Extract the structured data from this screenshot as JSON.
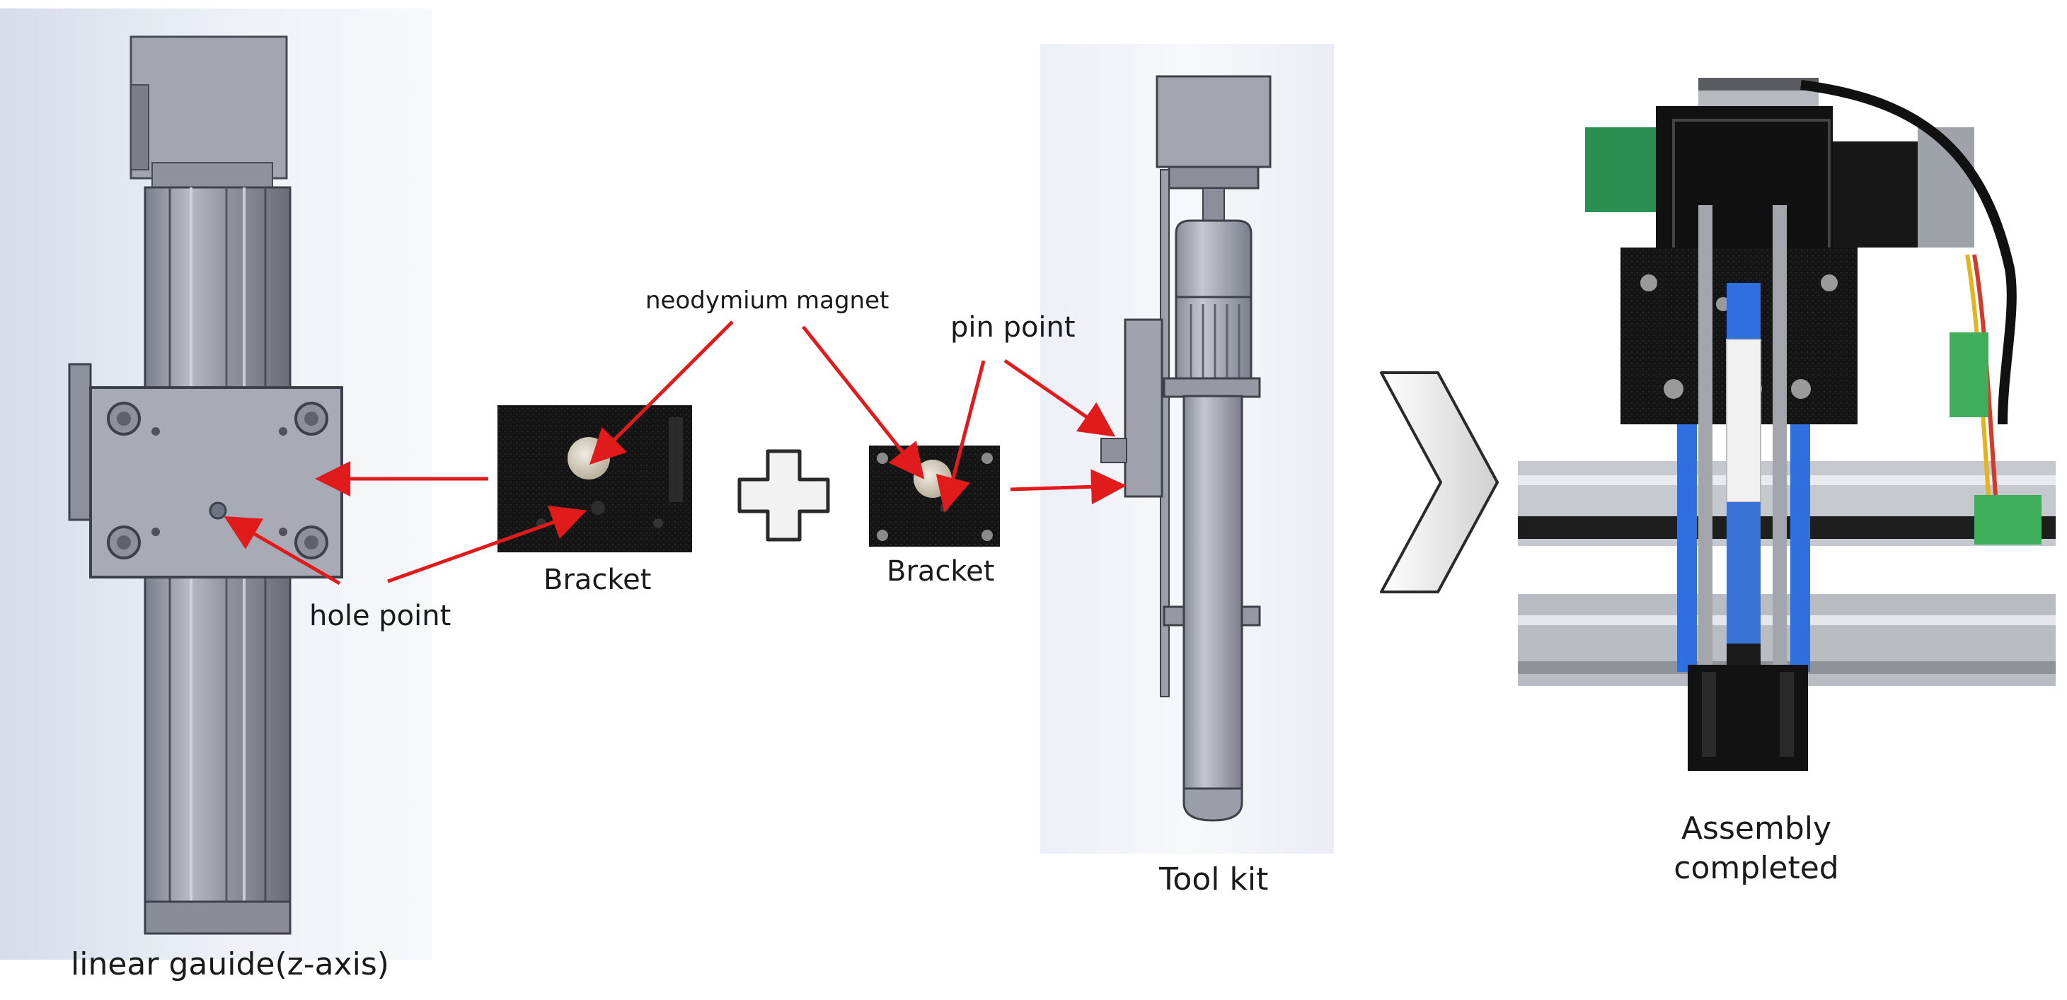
{
  "labels": {
    "linear_guide": "linear gauide(z-axis)",
    "hole_point": "hole point",
    "neodymium_magnet": "neodymium magnet",
    "bracket_left": "Bracket",
    "bracket_right": "Bracket",
    "pin_point": "pin point",
    "tool_kit": "Tool kit",
    "assembly_line1": "Assembly",
    "assembly_line2": "completed"
  },
  "colors": {
    "arrow": "#e11b1b",
    "cad_background": "#e2e7f1",
    "cad_part": "#9ea1ad",
    "cad_part_dark": "#6f7280",
    "bracket_black": "#151515",
    "magnet": "#d9d2c2",
    "accent_blue": "#2f6fe0"
  },
  "icons": {
    "plus": "plus-icon",
    "next": "chevron-right-icon"
  }
}
